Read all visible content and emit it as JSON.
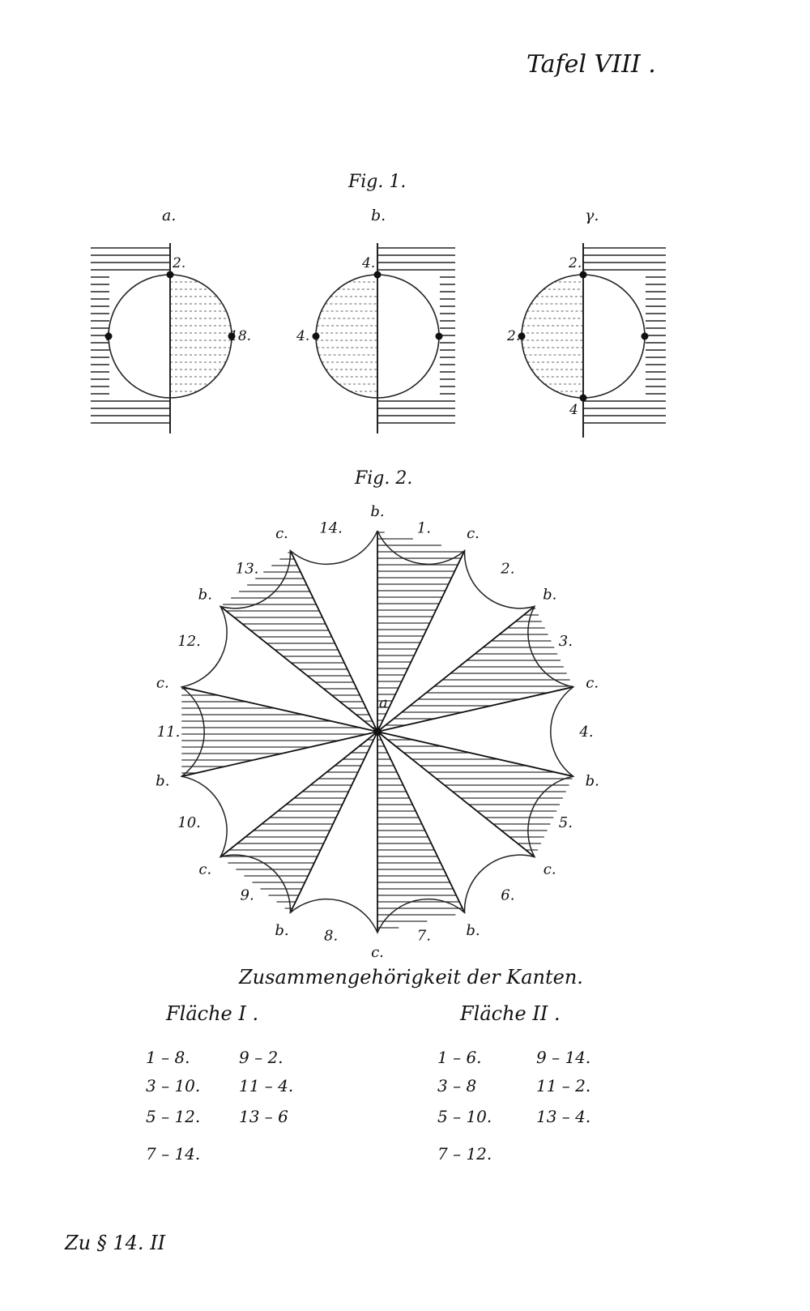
{
  "plate_title": "Tafel VIII .",
  "fig1": {
    "title": "Fig. 1.",
    "panels": [
      {
        "label": "a.",
        "points": [
          "2.",
          "18.",
          "18."
        ]
      },
      {
        "label": "b.",
        "points": [
          "4.",
          "4.",
          "4."
        ]
      },
      {
        "label": "γ.",
        "points": [
          "2.",
          "2.",
          "2.",
          "4"
        ]
      }
    ]
  },
  "fig2": {
    "title": "Fig. 2.",
    "center_label": "a",
    "vertex_labels": [
      "b.",
      "c.",
      "b.",
      "c.",
      "b.",
      "c.",
      "b.",
      "c.",
      "b.",
      "c.",
      "b.",
      "c.",
      "b.",
      "c."
    ],
    "edge_labels": [
      "1.",
      "2.",
      "3.",
      "4.",
      "5.",
      "6.",
      "7.",
      "8.",
      "9.",
      "10.",
      "11.",
      "12.",
      "13.",
      "14."
    ]
  },
  "caption": "Zusammengehörigkeit der Kanten.",
  "tables": [
    {
      "heading": "Fläche I .",
      "pairs": [
        "1 – 8.",
        "9 – 2.",
        "3 – 10.",
        "11 – 4.",
        "5 – 12.",
        "13 – 6",
        "7 – 14."
      ]
    },
    {
      "heading": "Fläche II .",
      "pairs": [
        "1 – 6.",
        "9 – 14.",
        "3 – 8",
        "11 – 2.",
        "5 – 10.",
        "13 – 4.",
        "7 – 12."
      ]
    }
  ],
  "footer": "Zu § 14. II"
}
